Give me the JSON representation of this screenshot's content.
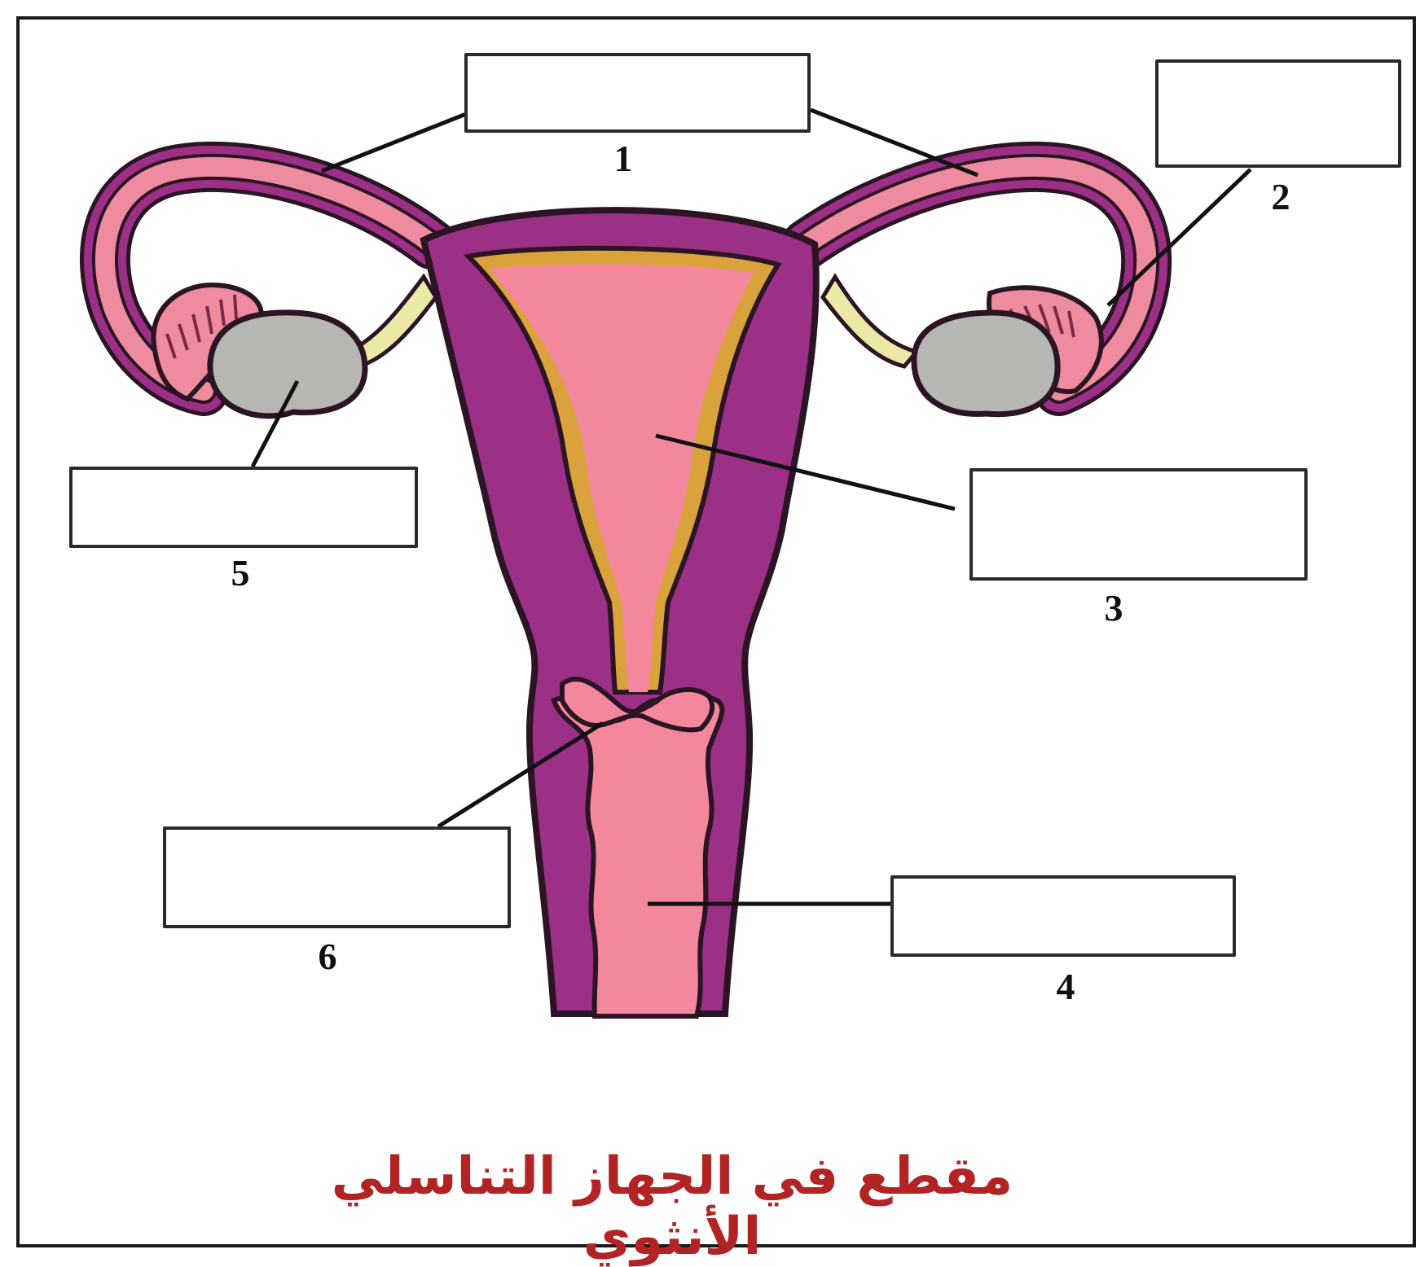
{
  "labels": [
    {
      "id": "label-1",
      "number": "1",
      "answer": ""
    },
    {
      "id": "label-2",
      "number": "2",
      "answer": ""
    },
    {
      "id": "label-3",
      "number": "3",
      "answer": ""
    },
    {
      "id": "label-4",
      "number": "4",
      "answer": ""
    },
    {
      "id": "label-5",
      "number": "5",
      "answer": ""
    },
    {
      "id": "label-6",
      "number": "6",
      "answer": ""
    }
  ],
  "caption": "مقطع في الجهاز التناسلي الأنثوي",
  "colors": {
    "outline": "#2b1424",
    "tube_pink": "#ef8b9f",
    "uterus_wall": "#9c2f86",
    "cavity": "#f3889d",
    "endometrium": "#d9a23a",
    "ovary": "#b6b6b2",
    "ligament": "#ece8a6",
    "caption": "#b22424"
  }
}
